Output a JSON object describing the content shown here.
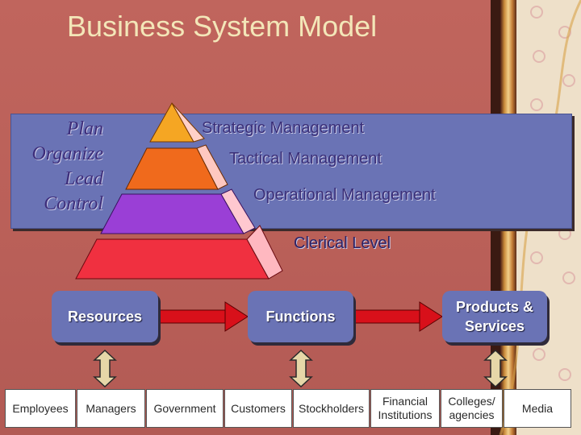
{
  "title": "Business System Model",
  "management_verbs": [
    "Plan",
    "Organize",
    "Lead",
    "Control"
  ],
  "pyramid_levels": [
    {
      "label": "Strategic Management",
      "color": "#f5a623"
    },
    {
      "label": "Tactical Management",
      "color": "#f06a1c"
    },
    {
      "label": "Operational Management",
      "color": "#9a3fd6"
    },
    {
      "label": "Clerical Level",
      "color": "#f03040"
    }
  ],
  "flow": {
    "resources": "Resources",
    "functions": "Functions",
    "products_line1": "Products &",
    "products_line2": "Services"
  },
  "entities": [
    {
      "line1": "Employees",
      "line2": ""
    },
    {
      "line1": "Managers",
      "line2": ""
    },
    {
      "line1": "Government",
      "line2": ""
    },
    {
      "line1": "Customers",
      "line2": ""
    },
    {
      "line1": "Stockholders",
      "line2": ""
    },
    {
      "line1": "Financial",
      "line2": "Institutions"
    },
    {
      "line1": "Colleges/",
      "line2": "agencies"
    },
    {
      "line1": "Media",
      "line2": ""
    }
  ],
  "colors": {
    "background": "#b8605a",
    "panel": "#6a73b5",
    "title": "#f3e6b8",
    "arrow": "#d8101a",
    "double_arrow": "#e6d7a8"
  }
}
